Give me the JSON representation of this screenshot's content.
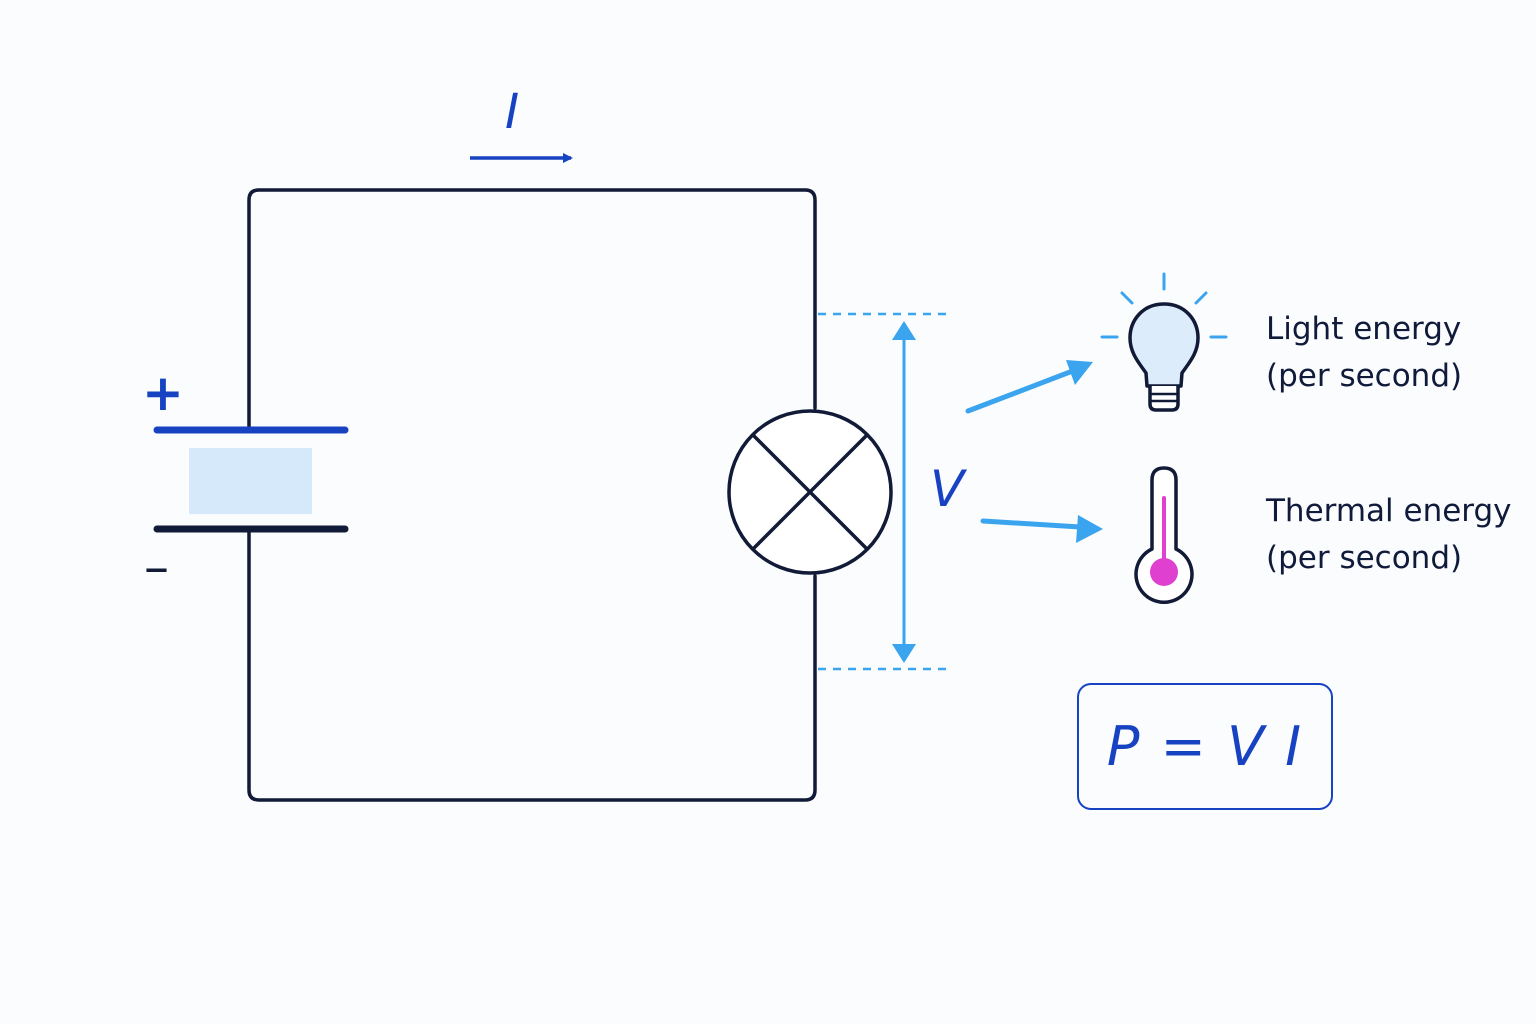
{
  "symbols": {
    "current": "I",
    "voltage": "V",
    "positive": "+",
    "negative": "–"
  },
  "outputs": [
    {
      "line1": "Light energy",
      "line2": "(per second)",
      "icon": "light-bulb-icon"
    },
    {
      "line1": "Thermal energy",
      "line2": "(per second)",
      "icon": "thermometer-icon"
    }
  ],
  "formula": "P = V I",
  "colors": {
    "wire": "#111a36",
    "accent": "#1743c3",
    "light_blue": "#3aa4ee",
    "cell_fill": "#d5e9fa",
    "bulb_fill": "#dcecfb",
    "thermo_fill": "#e040d0"
  }
}
